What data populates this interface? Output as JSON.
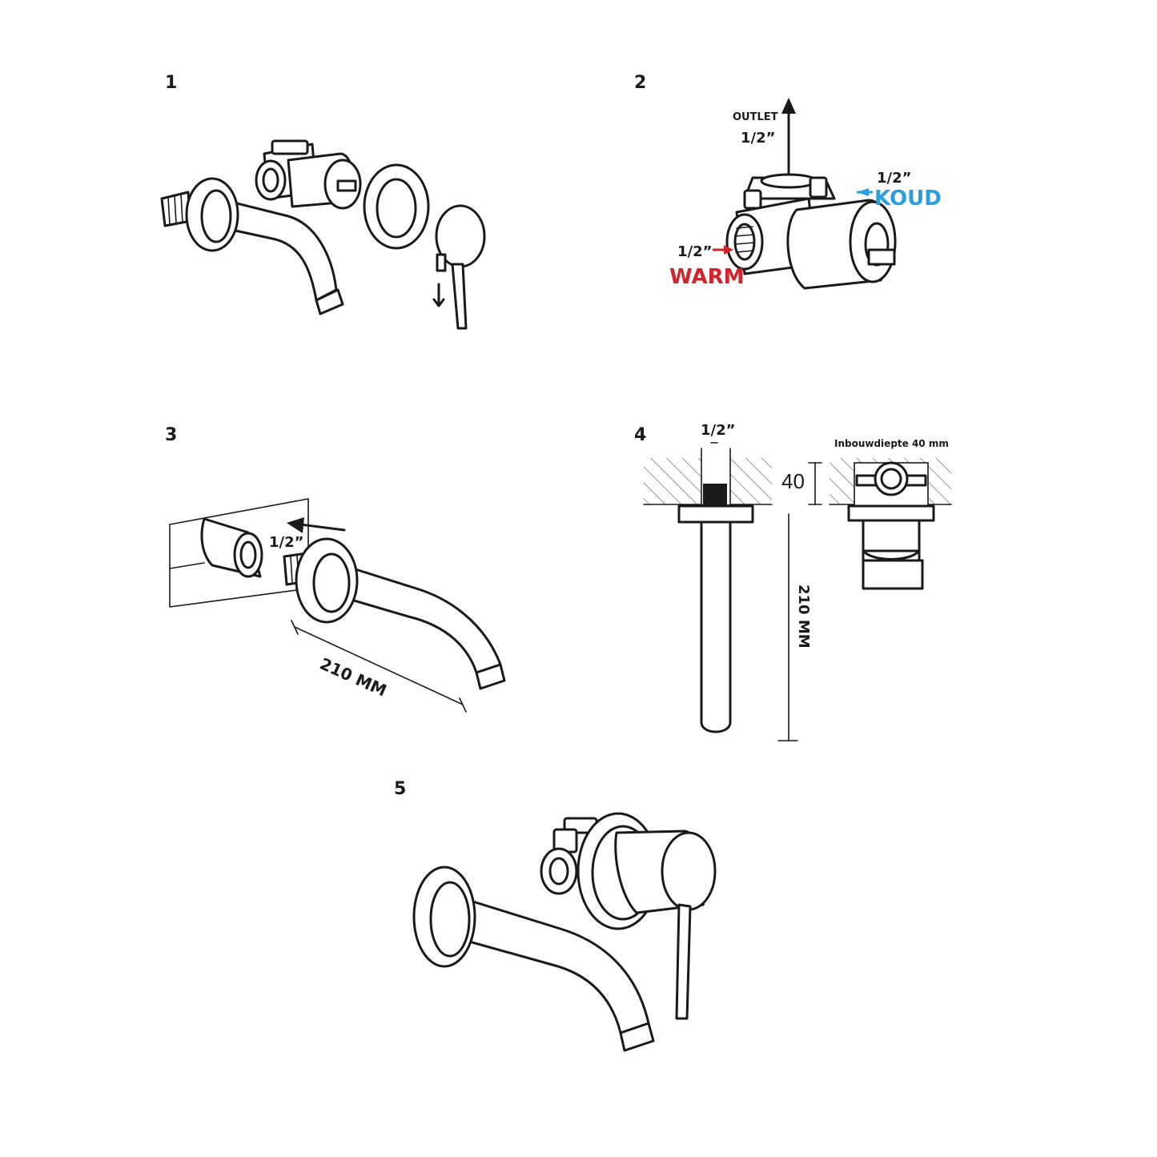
{
  "steps": [
    {
      "number": "1"
    },
    {
      "number": "2",
      "outlet_label": "OUTLET",
      "outlet_size": "1/2”",
      "cold_size": "1/2”",
      "cold_label": "KOUD",
      "hot_size": "1/2”",
      "hot_label": "WARM"
    },
    {
      "number": "3",
      "thread_size": "1/2”",
      "length": "210 MM"
    },
    {
      "number": "4",
      "thread_size": "1/2”",
      "depth_title": "Inbouwdiepte 40 mm",
      "depth_value": "40",
      "length": "210 MM"
    },
    {
      "number": "5"
    }
  ],
  "colors": {
    "cold": "#2a9fe0",
    "hot": "#d4232b",
    "line": "#1a1a1a"
  }
}
